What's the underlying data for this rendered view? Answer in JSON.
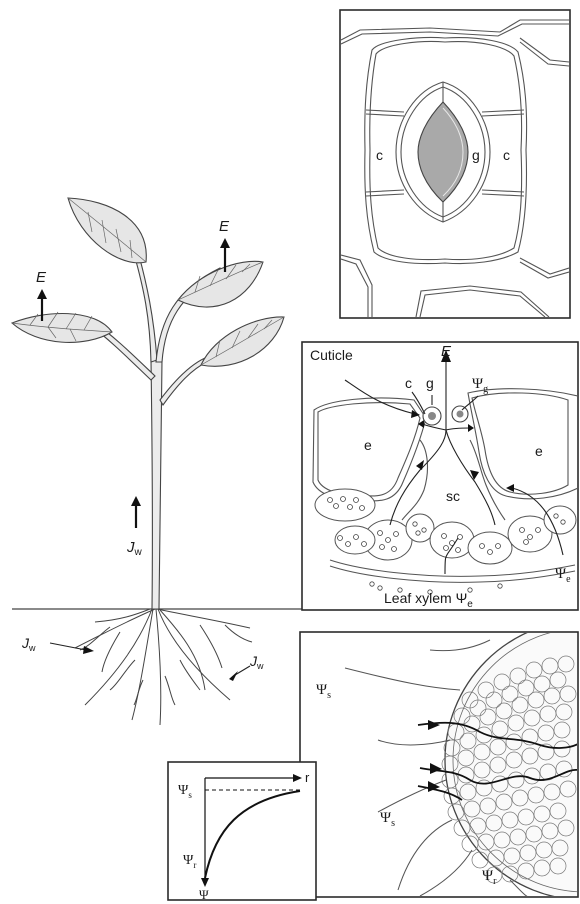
{
  "plant": {
    "transpiration_label_left": "E",
    "transpiration_label_right": "E",
    "flux_label_stem": "J",
    "flux_label_root_left": "J",
    "flux_label_root_right": "J",
    "flux_subscript": "w"
  },
  "stomata_top": {
    "label_c_left": "c",
    "label_g": "g",
    "label_c_right": "c"
  },
  "leaf_section": {
    "label_cuticle": "Cuticle",
    "label_E": "E",
    "label_c": "c",
    "label_g": "g",
    "label_psi_g": "Ψ",
    "psi_g_sub": "g",
    "label_e_left": "e",
    "label_e_right": "e",
    "label_sc": "sc",
    "label_leaf_xylem": "Leaf xylem Ψ",
    "leaf_xylem_sub": "e",
    "label_psi_e": "Ψ",
    "psi_e_sub": "e"
  },
  "root_section": {
    "label_psi_s_top": "Ψ",
    "label_psi_s_bottom": "Ψ",
    "label_psi_r": "Ψ",
    "psi_s_sub": "s",
    "psi_r_sub": "r"
  },
  "graph": {
    "y_top_label": "Ψ",
    "y_top_sub": "s",
    "y_mid_label": "Ψ",
    "y_mid_sub": "r",
    "y_axis_label": "Ψ",
    "x_axis_label": "r"
  }
}
